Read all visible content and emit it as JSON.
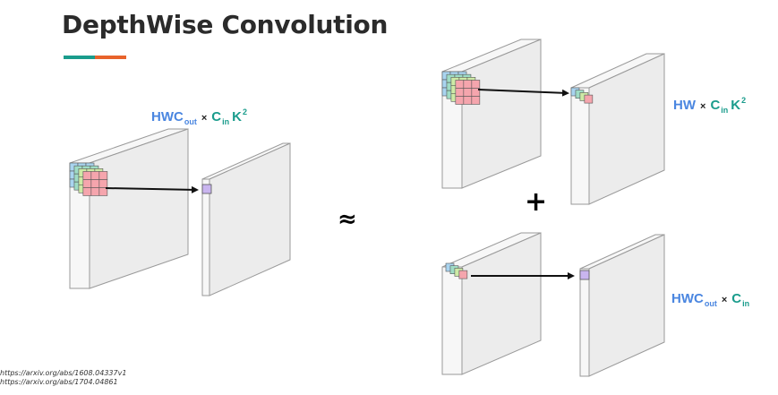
{
  "title": "DepthWise Convolution",
  "underline_colors": [
    "#1a9c8c",
    "#e8632b"
  ],
  "colors": {
    "blue": "#4a86e0",
    "teal": "#1a9c8c",
    "black": "#222222",
    "block_face": "#ececec",
    "block_side": "#f7f7f7",
    "block_edge": "#9a9a9a",
    "kernel_blue": "#a9d4ef",
    "kernel_teal": "#9fdcc5",
    "kernel_green": "#cdeaa6",
    "kernel_red": "#f5a5ad",
    "output_cell": "#c9b5ef"
  },
  "formulas": {
    "standard": {
      "a": "HWC",
      "a_sub": "out",
      "times": "×",
      "b": "C",
      "b_sub": "in",
      "c": "K",
      "c_sup": "2"
    },
    "depthwise": {
      "a": "HW",
      "times": "×",
      "b": "C",
      "b_sub": "in",
      "c": "K",
      "c_sup": "2"
    },
    "pointwise": {
      "a": "HWC",
      "a_sub": "out",
      "times": "×",
      "b": "C",
      "b_sub": "in"
    }
  },
  "approx_symbol": "≈",
  "plus_symbol": "+",
  "references": [
    "https://arxiv.org/abs/1608.04337v1",
    "https://arxiv.org/abs/1704.04861"
  ]
}
